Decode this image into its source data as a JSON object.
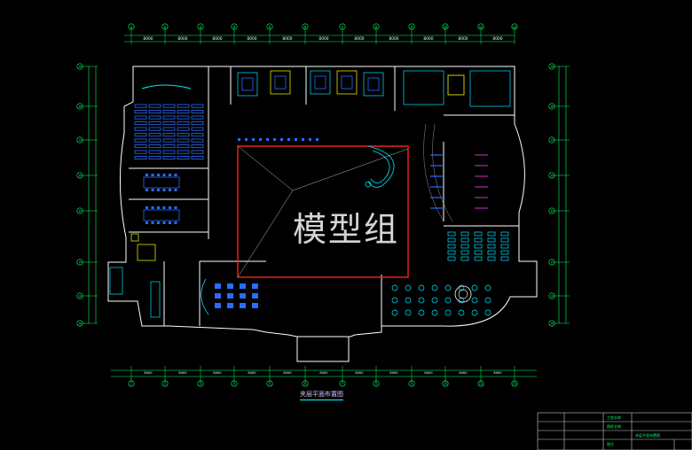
{
  "drawing": {
    "watermark_text": "模型组",
    "plan_title": "夹层平面布置图",
    "top_dimensions": [
      "8000",
      "8000",
      "8000",
      "8000",
      "8000",
      "8000",
      "8000",
      "8000",
      "8000",
      "8000",
      "8000"
    ],
    "bottom_dimensions": [
      "8000",
      "8000",
      "8000",
      "8000",
      "8000",
      "8000",
      "8000",
      "8000",
      "8000",
      "8000",
      "8000"
    ],
    "grid_top": [
      "1",
      "2",
      "3",
      "4",
      "5",
      "6",
      "7",
      "8",
      "9",
      "10",
      "11",
      "12"
    ],
    "grid_left": [
      "A",
      "B",
      "C",
      "D",
      "E",
      "F",
      "G",
      "H"
    ],
    "title_block": {
      "row1": "工程名称",
      "row2": "图纸名称",
      "row3": "夹层平面布置图",
      "row4": "图号"
    }
  },
  "colors": {
    "wall": "#ffffff",
    "furniture": "#2a6cff",
    "cyan": "#00e5ff",
    "green": "#00ff66",
    "yellow": "#ffff00",
    "red": "#ff2020",
    "magenta": "#ff40ff"
  }
}
